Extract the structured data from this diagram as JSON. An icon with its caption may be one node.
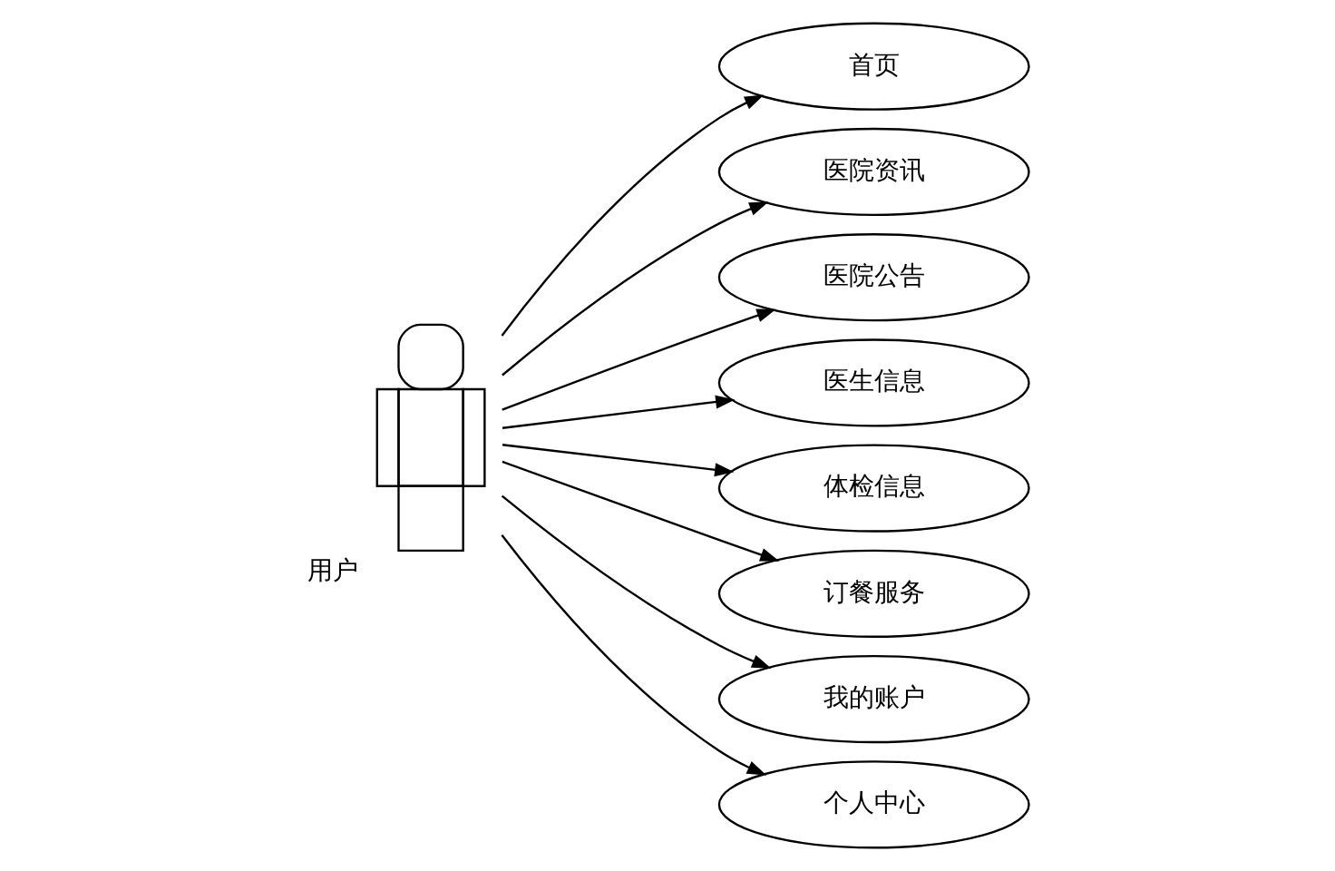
{
  "diagram": {
    "nodes": [
      {
        "text": [],
        "shape": "person",
        "beside": [
          "用户"
        ]
      },
      {
        "text": [
          "首页"
        ]
      },
      {
        "text": [
          "医院资讯"
        ]
      },
      {
        "text": [
          "医院公告"
        ]
      },
      {
        "text": [
          "医生信息"
        ]
      },
      {
        "text": [
          "体检信息"
        ]
      },
      {
        "text": [
          "订餐服务"
        ]
      },
      {
        "text": [
          "我的账户"
        ]
      },
      {
        "text": [
          "个人中心"
        ]
      }
    ],
    "edges": [
      {
        "from": 0,
        "to": 1,
        "arrow": "to"
      },
      {
        "from": 0,
        "to": 2,
        "arrow": "to"
      },
      {
        "from": 0,
        "to": 3,
        "arrow": "to"
      },
      {
        "from": 0,
        "to": 4,
        "arrow": "to"
      },
      {
        "from": 0,
        "to": 5,
        "arrow": "to"
      },
      {
        "from": 0,
        "to": 6,
        "arrow": "to"
      },
      {
        "from": 0,
        "to": 7,
        "arrow": "to"
      },
      {
        "from": 0,
        "to": 8,
        "arrow": "to"
      }
    ]
  }
}
